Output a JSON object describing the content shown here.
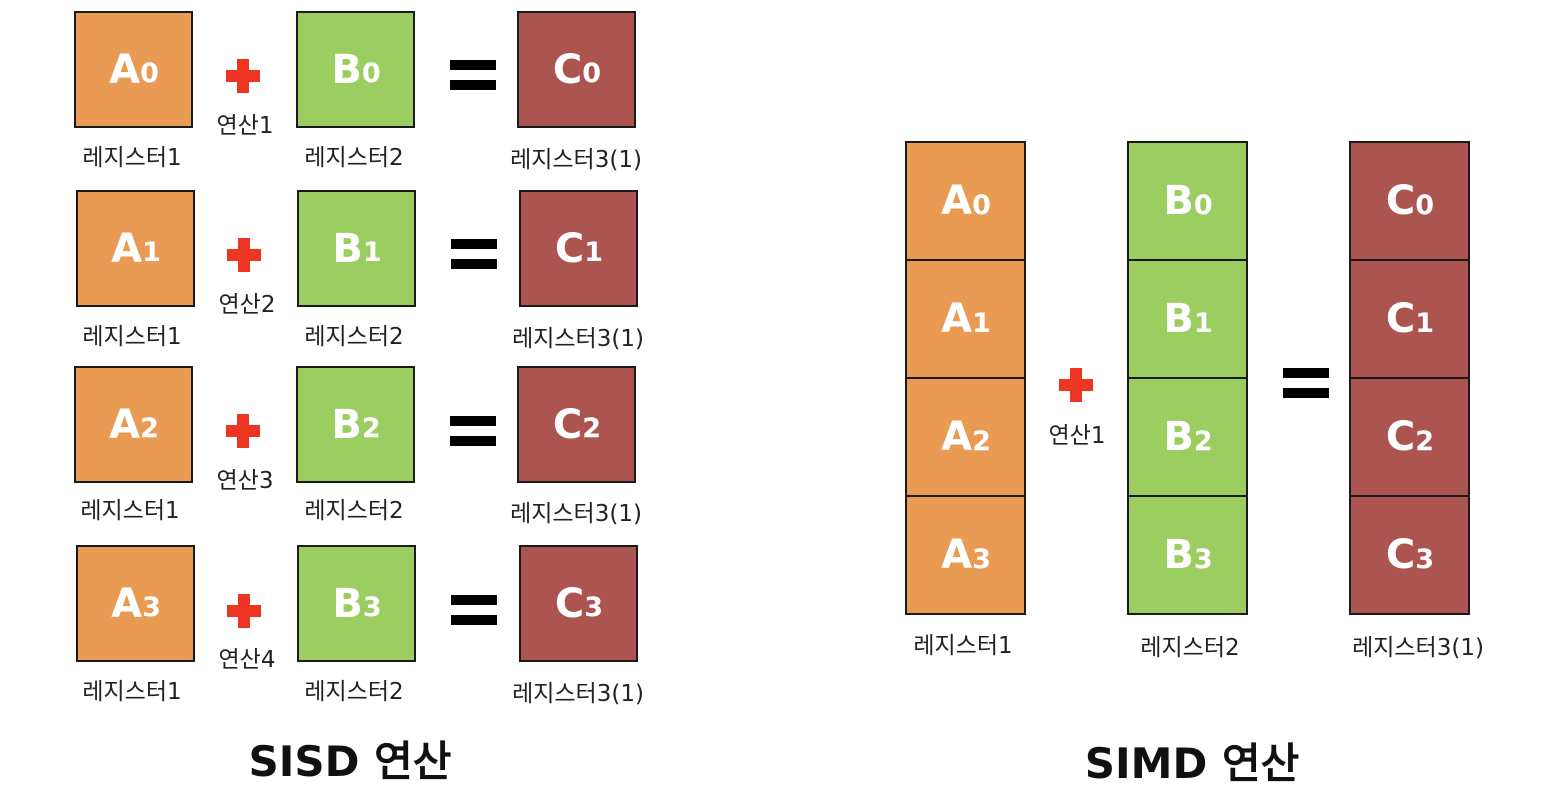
{
  "sisd": {
    "title": "SISD 연산",
    "rows": [
      {
        "a": {
          "letter": "A",
          "sub": "0"
        },
        "b": {
          "letter": "B",
          "sub": "0"
        },
        "c": {
          "letter": "C",
          "sub": "0"
        },
        "op_label": "연산1",
        "reg1": "레지스터1",
        "reg2": "레지스터2",
        "reg3": "레지스터3(1)"
      },
      {
        "a": {
          "letter": "A",
          "sub": "1"
        },
        "b": {
          "letter": "B",
          "sub": "1"
        },
        "c": {
          "letter": "C",
          "sub": "1"
        },
        "op_label": "연산2",
        "reg1": "레지스터1",
        "reg2": "레지스터2",
        "reg3": "레지스터3(1)"
      },
      {
        "a": {
          "letter": "A",
          "sub": "2"
        },
        "b": {
          "letter": "B",
          "sub": "2"
        },
        "c": {
          "letter": "C",
          "sub": "2"
        },
        "op_label": "연산3",
        "reg1": "레지스터1",
        "reg2": "레지스터2",
        "reg3": "레지스터3(1)"
      },
      {
        "a": {
          "letter": "A",
          "sub": "3"
        },
        "b": {
          "letter": "B",
          "sub": "3"
        },
        "c": {
          "letter": "C",
          "sub": "3"
        },
        "op_label": "연산4",
        "reg1": "레지스터1",
        "reg2": "레지스터2",
        "reg3": "레지스터3(1)"
      }
    ]
  },
  "simd": {
    "title": "SIMD 연산",
    "op_label": "연산1",
    "reg1": "레지스터1",
    "reg2": "레지스터2",
    "reg3": "레지스터3(1)",
    "a": [
      {
        "letter": "A",
        "sub": "0"
      },
      {
        "letter": "A",
        "sub": "1"
      },
      {
        "letter": "A",
        "sub": "2"
      },
      {
        "letter": "A",
        "sub": "3"
      }
    ],
    "b": [
      {
        "letter": "B",
        "sub": "0"
      },
      {
        "letter": "B",
        "sub": "1"
      },
      {
        "letter": "B",
        "sub": "2"
      },
      {
        "letter": "B",
        "sub": "3"
      }
    ],
    "c": [
      {
        "letter": "C",
        "sub": "0"
      },
      {
        "letter": "C",
        "sub": "1"
      },
      {
        "letter": "C",
        "sub": "2"
      },
      {
        "letter": "C",
        "sub": "3"
      }
    ]
  },
  "colors": {
    "register1": "#e99b54",
    "register2": "#9ccd61",
    "register3": "#ac5450",
    "plus": "#ee3524",
    "equals": "#000000"
  },
  "icons": {
    "plus": "plus-icon",
    "equals": "equals-icon"
  }
}
